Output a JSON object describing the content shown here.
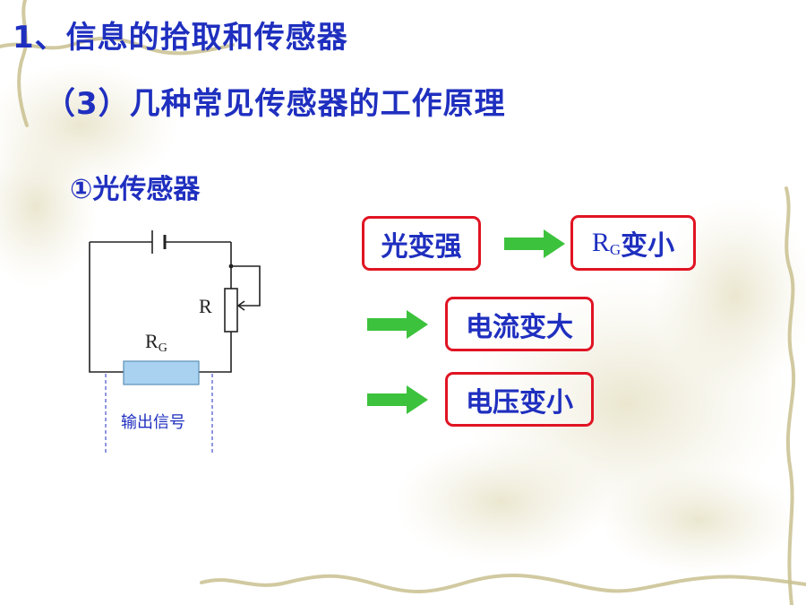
{
  "slide": {
    "title": "1、信息的拾取和传感器",
    "subtitle": "（3）几种常见传感器的工作原理",
    "section": "①光传感器"
  },
  "circuit": {
    "resistor_label": "R",
    "rg_label_main": "R",
    "rg_label_sub": "G",
    "output_label": "输出信号"
  },
  "flow": {
    "light_stronger": "光变强",
    "rg_main": "R",
    "rg_sub": "G",
    "rg_suffix": "变小",
    "current_larger": "电流变大",
    "voltage_smaller": "电压变小"
  },
  "colors": {
    "title_blue": "#1f2fbf",
    "box_red": "#e01423",
    "arrow_green": "#3cc23c",
    "sensor_blue": "#a9d2f0"
  }
}
